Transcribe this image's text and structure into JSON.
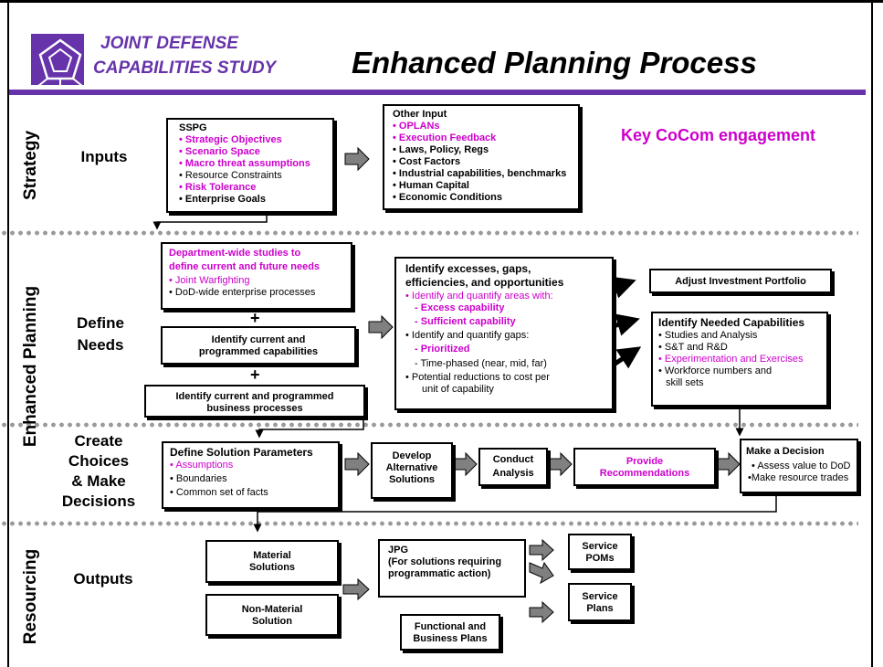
{
  "header": {
    "org_line1": "JOINT DEFENSE",
    "org_line2": "CAPABILITIES STUDY",
    "title": "Enhanced Planning Process"
  },
  "colors": {
    "accent_purple": "#6633aa",
    "magenta": "#cc00cc",
    "divider_gray": "#9a9a9a"
  },
  "sections": {
    "strategy": "Strategy",
    "enhanced_planning": "Enhanced Planning",
    "resourcing": "Resourcing"
  },
  "rows": {
    "inputs": "Inputs",
    "define_needs_1": "Define",
    "define_needs_2": "Needs",
    "create_1": "Create",
    "create_2": "Choices",
    "create_3": "& Make",
    "create_4": "Decisions",
    "outputs": "Outputs"
  },
  "sspg": {
    "title": "SSPG",
    "items": [
      "Strategic Objectives",
      "Scenario Space",
      "Macro threat assumptions",
      "Resource Constraints",
      "Risk Tolerance",
      "Enterprise Goals"
    ]
  },
  "other_input": {
    "title": "Other Input",
    "items": [
      "OPLANs",
      "Execution Feedback",
      "Laws, Policy, Regs",
      "Cost Factors",
      "Industrial capabilities, benchmarks",
      "Human Capital",
      "Economic Conditions"
    ]
  },
  "cocom": "Key CoCom engagement",
  "dept_studies": {
    "title_1": "Department-wide studies to",
    "title_2": "define current and future needs",
    "items": [
      "Joint Warfighting",
      "DoD-wide enterprise processes"
    ]
  },
  "plus": "+",
  "current_caps": {
    "line1": "Identify current and",
    "line2": "programmed capabilities"
  },
  "current_procs": {
    "line1": "Identify current and programmed",
    "line2": "business processes"
  },
  "excesses": {
    "title_1": "Identify excesses, gaps,",
    "title_2": "efficiencies, and opportunities",
    "b1": "Identify and quantify areas with:",
    "b1a": "Excess capability",
    "b1b": "Sufficient capability",
    "b2": "Identify and quantify gaps:",
    "b2a": "Prioritized",
    "b2b": "Time-phased (near, mid, far)",
    "b3_1": "Potential reductions to cost per",
    "b3_2": "unit of capability"
  },
  "adjust": "Adjust Investment Portfolio",
  "needed_caps": {
    "title": "Identify Needed Capabilities",
    "items": [
      "Studies and Analysis",
      "S&T and R&D",
      "Experimentation and Exercises",
      "Workforce numbers and",
      "skill sets"
    ]
  },
  "solution_params": {
    "title": "Define Solution Parameters",
    "items": [
      "Assumptions",
      "Boundaries",
      "Common set of facts"
    ]
  },
  "develop": {
    "l1": "Develop",
    "l2": "Alternative",
    "l3": "Solutions"
  },
  "conduct": {
    "l1": "Conduct",
    "l2": "Analysis"
  },
  "provide": {
    "l1": "Provide",
    "l2": "Recommendations"
  },
  "decision": {
    "title": "Make a Decision",
    "items": [
      "Assess value to DoD",
      "Make resource trades"
    ]
  },
  "material": {
    "l1": "Material",
    "l2": "Solutions"
  },
  "non_material": {
    "l1": "Non-Material",
    "l2": "Solution"
  },
  "jpg": {
    "l1": "JPG",
    "l2": "(For solutions requiring",
    "l3": "programmatic action)"
  },
  "functional": {
    "l1": "Functional and",
    "l2": "Business Plans"
  },
  "service_poms": {
    "l1": "Service",
    "l2": "POMs"
  },
  "service_plans": {
    "l1": "Service",
    "l2": "Plans"
  }
}
